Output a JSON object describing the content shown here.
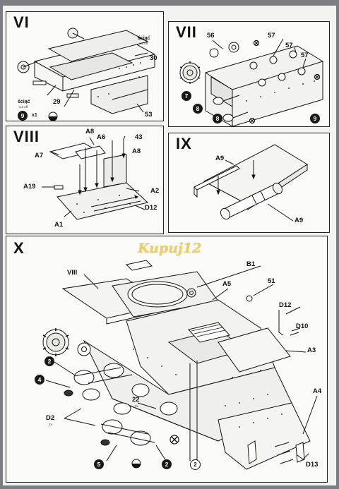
{
  "steps": {
    "vi": {
      "title": "VI",
      "labels": {
        "l30": "30",
        "l29": "29",
        "l53": "53",
        "l9": "9",
        "qty": "x1",
        "top_a": "ściąć",
        "top_b": "cut off",
        "bot_a": "ściąć",
        "bot_b": "cut off"
      }
    },
    "vii": {
      "title": "VII",
      "labels": {
        "l56": "56",
        "l57a": "57",
        "l57b": "57",
        "l57c": "57",
        "l7": "7",
        "l8a": "8",
        "l8b": "8",
        "l9": "9"
      }
    },
    "viii": {
      "title": "VIII",
      "labels": {
        "a8a": "A8",
        "a6": "A6",
        "n43": "43",
        "a7": "A7",
        "a8b": "A8",
        "a19": "A19",
        "a2": "A2",
        "d12": "D12",
        "a1": "A1"
      }
    },
    "ix": {
      "title": "IX",
      "labels": {
        "a9a": "A9",
        "a9b": "A9"
      }
    },
    "x": {
      "title": "X",
      "labels": {
        "viii": "VIII",
        "b1": "B1",
        "a5": "A5",
        "n51": "51",
        "d12": "D12",
        "d10": "D10",
        "a3": "A3",
        "a4": "A4",
        "n2a": "2",
        "n4": "4",
        "n22": "22",
        "d2": "D2",
        "d2x": "2x",
        "n22x": "2x",
        "n5": "5",
        "n2b": "2",
        "n2c": "2",
        "d13": "D13"
      }
    }
  },
  "watermark": "Kupuj12",
  "colors": {
    "ink": "#111111",
    "paper": "#fafaf8",
    "background": "#7d7c82",
    "watermark": "#e5c95a"
  }
}
